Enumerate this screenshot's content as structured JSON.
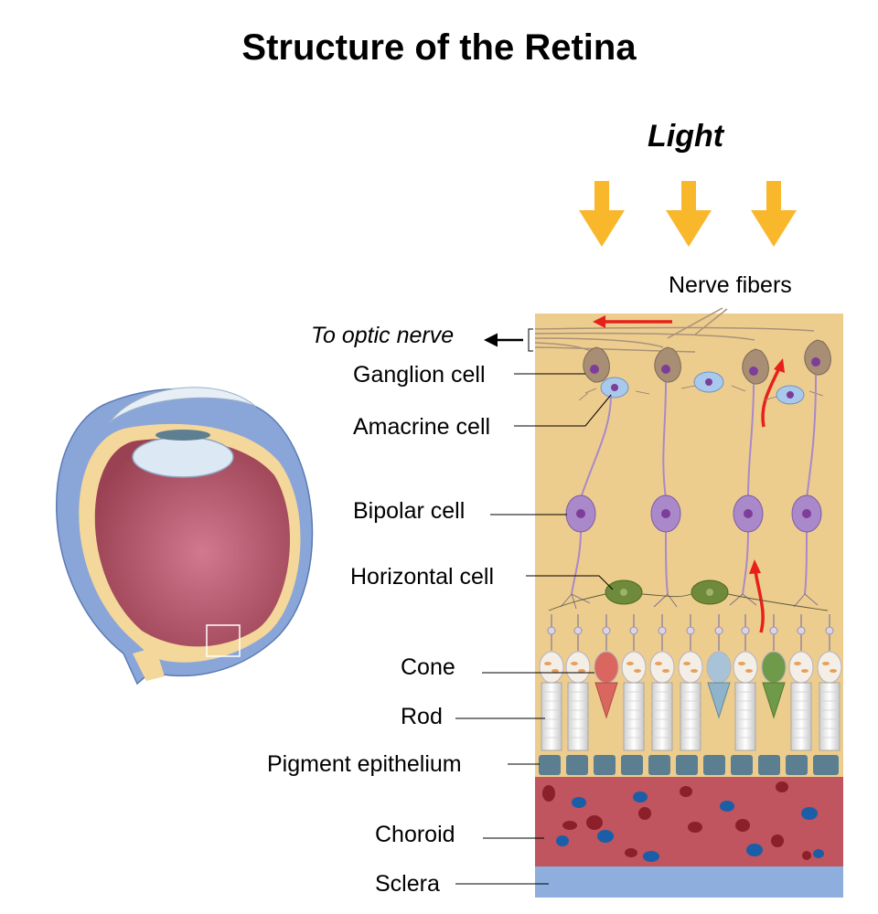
{
  "title": "Structure of the Retina",
  "light": {
    "label": "Light",
    "arrow_count": 3,
    "color": "#f9b72c"
  },
  "labels": {
    "nerve_fibers": "Nerve fibers",
    "optic_nerve": "To optic nerve",
    "ganglion": "Ganglion cell",
    "amacrine": "Amacrine cell",
    "bipolar": "Bipolar cell",
    "horizontal": "Horizontal cell",
    "cone": "Cone",
    "rod": "Rod",
    "pigment": "Pigment epithelium",
    "choroid": "Choroid",
    "sclera": "Sclera"
  },
  "colors": {
    "retina_bg": "#edcd8e",
    "choroid": "#c0545f",
    "sclera": "#8eaede",
    "pigment": "#5b7f91",
    "ganglion": "#a88e74",
    "amacrine": "#a8c9ec",
    "bipolar": "#a989c9",
    "horizontal": "#6e8a3a",
    "signal_arrow": "#e8201c",
    "eye_interior": "#c97087",
    "eye_wall": "#f4d79a",
    "eye_outer": "#8aa6d8",
    "lens": "#dce8f4"
  }
}
